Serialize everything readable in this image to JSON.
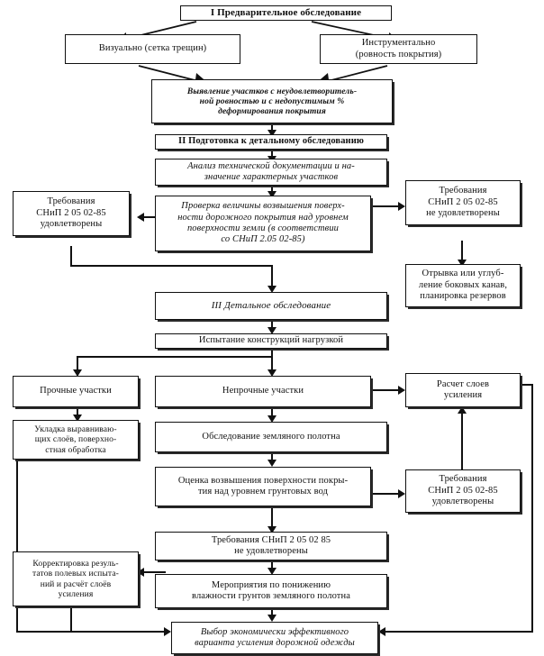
{
  "document": {
    "language": "ru",
    "kind": "flowchart",
    "title": "Схема обследования и усиления дорожной одежды"
  },
  "nodes": {
    "stage1": "I  Предварительное обследование",
    "visual": "Визуально (сетка трещин)",
    "instrumental_l1": "Инструментально",
    "instrumental_l2": "(ровность покрытия)",
    "detect_l1": "Выявление участков с неудовлетворитель-",
    "detect_l2": "ной ровностью и с недопустимым %",
    "detect_l3": "деформирования покрытия",
    "stage2": "II  Подготовка к детальному обследованию",
    "analysis_l1": "Анализ технической документации и на-",
    "analysis_l2": "значение характерных участков",
    "check_l1": "Проверка величины возвышения поверх-",
    "check_l2": "ности дорожного покрытия над уровнем",
    "check_l3": "поверхности земли (в соответствии",
    "check_l4": "со СНиП 2.05 02-85)",
    "req_ok_1_l1": "Требования",
    "req_ok_1_l2": "СНиП 2 05 02-85",
    "req_ok_1_l3": "удовлетворены",
    "req_no_1_l1": "Требования",
    "req_no_1_l2": "СНиП 2 05 02-85",
    "req_no_1_l3": "не удовлетворены",
    "ditch_l1": "Отрывка или углуб-",
    "ditch_l2": "ление боковых канав,",
    "ditch_l3": "планировка резервов",
    "stage3": "III  Детальное обследование",
    "load_test": "Испытание конструкций нагрузкой",
    "strong": "Прочные участки",
    "weak": "Непрочные участки",
    "calc_l1": "Расчет слоев",
    "calc_l2": "усиления",
    "leveling_l1": "Укладка выравниваю-",
    "leveling_l2": "щих слоёв, поверхно-",
    "leveling_l3": "стная обработка",
    "subgrade": "Обследование земляного полотна",
    "groundwater_l1": "Оценка возвышения поверхности покры-",
    "groundwater_l2": "тия над  уровнем грунтовых вод",
    "req_ok_2_l1": "Требования",
    "req_ok_2_l2": "СНиП 2 05 02-85",
    "req_ok_2_l3": "удовлетворены",
    "req_no_2_l1": "Требования СНиП 2 05 02 85",
    "req_no_2_l2": "не удовлетворены",
    "correction_l1": "Корректировка резуль-",
    "correction_l2": "татов полевых испыта-",
    "correction_l3": "ний и расчёт слоёв",
    "correction_l4": "усиления",
    "measures_l1": "Мероприятия по понижению",
    "measures_l2": "влажности грунтов земляного полотна",
    "final_l1": "Выбор экономически эффективного",
    "final_l2": "варианта усиления дорожной одежды"
  },
  "colors": {
    "line": "#111111",
    "box_border": "#101010",
    "background": "#ffffff",
    "shadow": "#2a2a2a"
  }
}
